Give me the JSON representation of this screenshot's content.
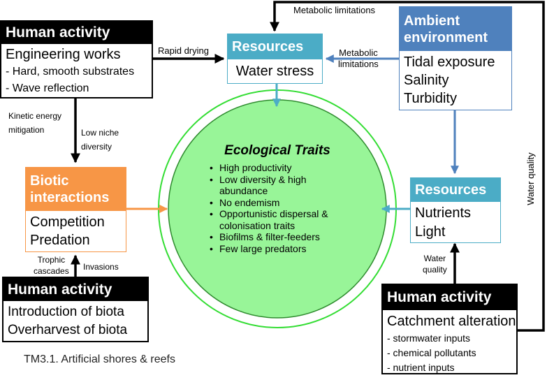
{
  "human_activity_engineering": {
    "title": "Human activity",
    "lines": [
      "Engineering works",
      "- Hard, smooth substrates",
      "- Wave reflection"
    ]
  },
  "resources_water": {
    "title": "Resources",
    "lines": [
      "Water stress"
    ]
  },
  "ambient_environment": {
    "title_lines": [
      "Ambient",
      "environment"
    ],
    "lines": [
      "Tidal exposure",
      "Salinity",
      "Turbidity"
    ]
  },
  "biotic_interactions": {
    "title_lines": [
      "Biotic",
      "interactions"
    ],
    "lines": [
      "Competition",
      "Predation"
    ]
  },
  "ecological_traits": {
    "title": "Ecological Traits",
    "items": [
      "High productivity",
      "Low diversity & high abundance",
      "No endemism",
      "Opportunistic dispersal & colonisation traits",
      "Biofilms & filter-feeders",
      "Few large predators"
    ]
  },
  "resources_nutrients": {
    "title": "Resources",
    "lines": [
      "Nutrients",
      "Light"
    ]
  },
  "human_activity_biota": {
    "title": "Human activity",
    "lines": [
      "Introduction of biota",
      "Overharvest of biota"
    ]
  },
  "human_activity_catchment": {
    "title": "Human activity",
    "lines": [
      "Catchment alteration",
      "- stormwater inputs",
      "- chemical pollutants",
      "- nutrient inputs"
    ]
  },
  "arrow_labels": {
    "metabolic_limitations_top": "Metabolic limitations",
    "rapid_drying": "Rapid drying",
    "metabolic_limitations_side": [
      "Metabolic",
      "limitations"
    ],
    "kinetic_energy": [
      "Kinetic energy",
      "mitigation"
    ],
    "low_niche": [
      "Low niche",
      "diversity"
    ],
    "trophic_cascades": [
      "Trophic",
      "cascades"
    ],
    "invasions": "Invasions",
    "water_quality_right": "Water quality",
    "water_quality_bottom": [
      "Water",
      "quality"
    ]
  },
  "caption": "TM3.1. Artificial shores & reefs",
  "colors": {
    "black": "#000000",
    "resources_teal": "#4bacc6",
    "ambient_blue": "#4f81bd",
    "biotic_orange": "#f79646",
    "circle_green": "#98f598",
    "circle_stroke": "#2e8b2e",
    "ring_green": "#33dd33"
  }
}
